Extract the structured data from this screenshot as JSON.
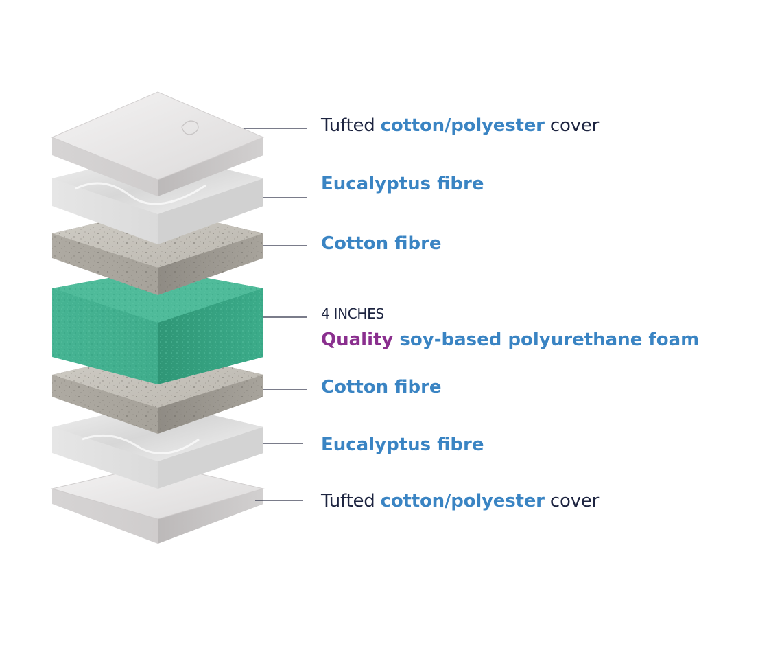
{
  "layers": [
    {
      "id": "top-cover",
      "prefix": "Tufted ",
      "highlight": "cotton/polyester",
      "suffix": " cover"
    },
    {
      "id": "eucalyptus-1",
      "label": "Eucalyptus fibre"
    },
    {
      "id": "cotton-1",
      "label": "Cotton fibre"
    },
    {
      "id": "foam",
      "thickness": "4 INCHES",
      "highlight": "Quality",
      "label": " soy-based polyurethane foam"
    },
    {
      "id": "cotton-2",
      "label": "Cotton fibre"
    },
    {
      "id": "eucalyptus-2",
      "label": "Eucalyptus fibre"
    },
    {
      "id": "bottom-cover",
      "prefix": "Tufted ",
      "highlight": "cotton/polyester",
      "suffix": " cover"
    }
  ],
  "colors": {
    "label_dark": "#1d2440",
    "label_blue": "#3a84c3",
    "label_purple": "#8a2f8e",
    "foam_green": "#3fae8e",
    "cover_white": "#e9e7e7",
    "cotton_grey": "#bdbab3"
  }
}
